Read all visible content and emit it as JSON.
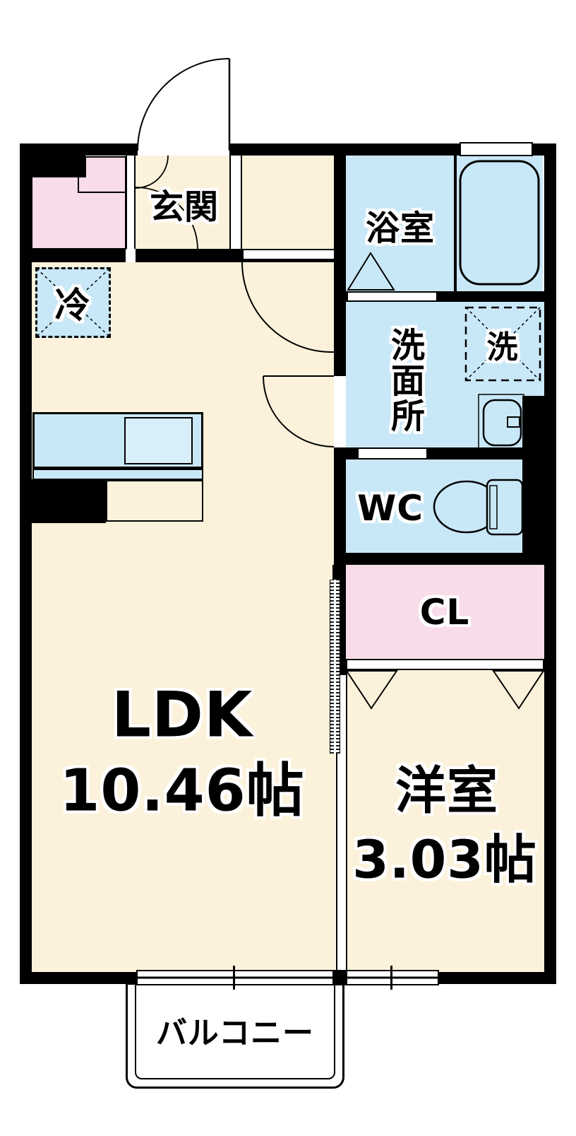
{
  "floorplan": {
    "rooms": {
      "genkan": {
        "label": "玄関"
      },
      "bath": {
        "label": "浴室"
      },
      "washroom": {
        "label": "洗面所"
      },
      "washer": {
        "label": "洗"
      },
      "fridge": {
        "label": "冷"
      },
      "wc": {
        "label": "WC"
      },
      "closet": {
        "label": "CL"
      },
      "ldk": {
        "label": "LDK",
        "area": "10.46帖"
      },
      "western": {
        "label": "洋室",
        "area": "3.03帖"
      },
      "balcony": {
        "label": "バルコニー"
      }
    },
    "colors": {
      "wall": "#000000",
      "floor_cream": "#FCF2DB",
      "water_blue": "#C9E8F7",
      "storage_pink": "#F9DCEA"
    }
  }
}
